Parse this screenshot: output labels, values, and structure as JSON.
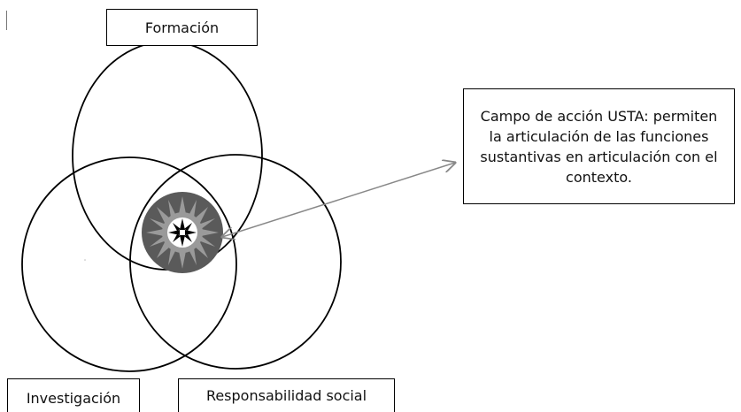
{
  "labels": {
    "formacion": "Formación",
    "campo": "Campo de acción USTA: permiten la articulación de las funciones sustantivas en articulación con el contexto.",
    "investigacion": "Investigación",
    "responsabilidad": "Responsabilidad social"
  },
  "colors": {
    "stroke": "#000000",
    "arrow": "#888888",
    "emblem_outer": "#5a5a5a",
    "emblem_sun": "#9a9a9a"
  },
  "icons": {
    "center_emblem": "usta-star-emblem-icon",
    "arrow": "double-headed-arrow-icon"
  }
}
